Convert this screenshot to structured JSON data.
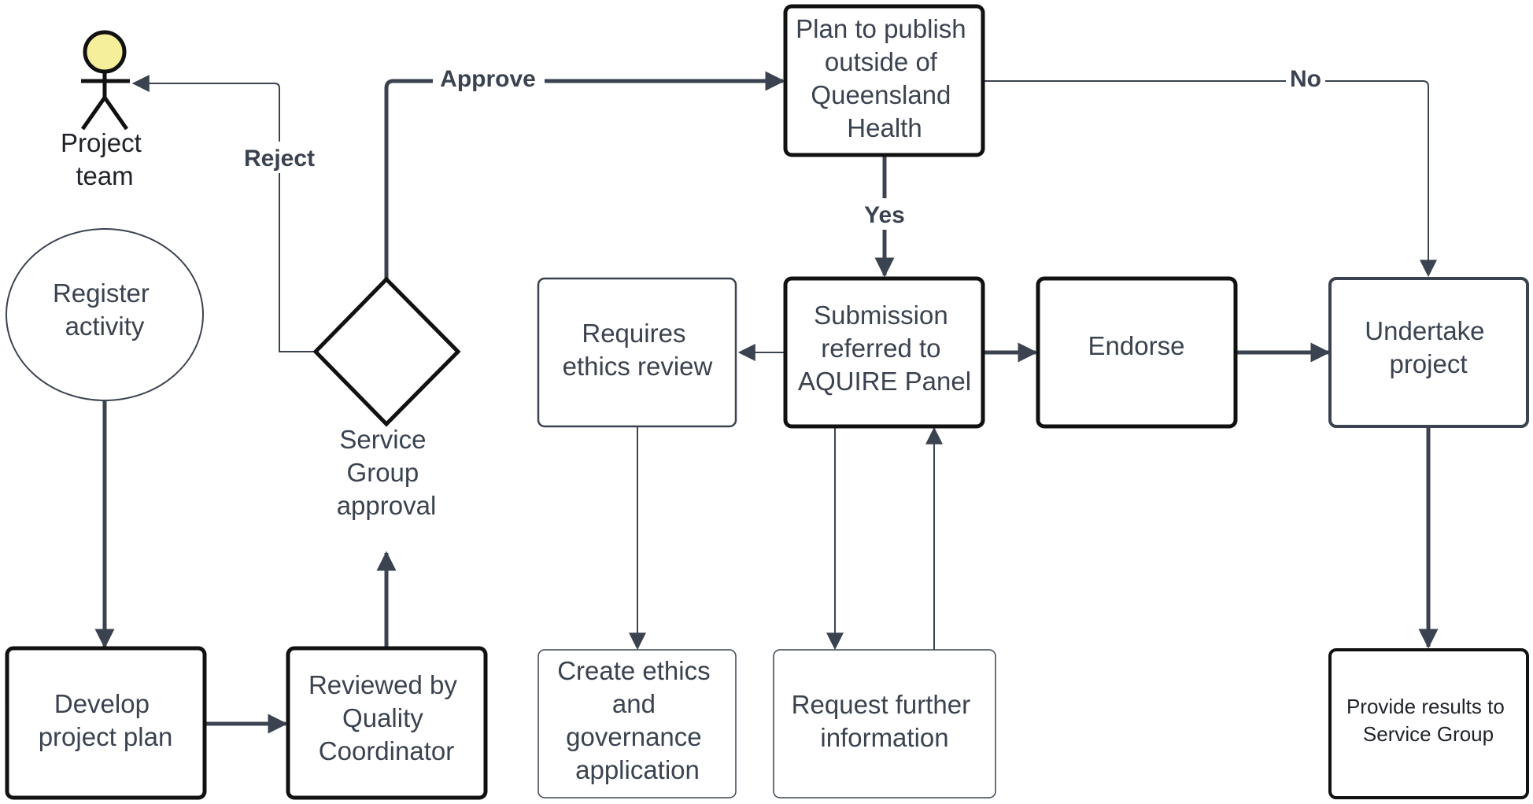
{
  "colors": {
    "line": "#3b4350",
    "node_fill": "#ffffff",
    "actor_head": "#f5ef9c",
    "actor_stroke": "#111111"
  },
  "actor": {
    "label": [
      "Project",
      "team"
    ]
  },
  "nodes": {
    "register": {
      "shape": "ellipse",
      "lines": [
        "Register",
        "activity"
      ]
    },
    "develop": {
      "shape": "rect",
      "lines": [
        "Develop",
        "project plan"
      ]
    },
    "reviewed": {
      "shape": "rect",
      "lines": [
        "Reviewed by",
        "Quality",
        "Coordinator"
      ]
    },
    "approval": {
      "shape": "diamond",
      "lines": [
        "Service",
        "Group",
        "approval"
      ]
    },
    "plan_publish": {
      "shape": "rect",
      "lines": [
        "Plan to publish",
        "outside of",
        "Queensland",
        "Health"
      ]
    },
    "requires_ethics": {
      "shape": "rect",
      "lines": [
        "Requires",
        "ethics review"
      ]
    },
    "submission": {
      "shape": "rect",
      "lines": [
        "Submission",
        "referred to",
        "AQUIRE Panel"
      ]
    },
    "endorse": {
      "shape": "rect",
      "lines": [
        "Endorse"
      ]
    },
    "undertake": {
      "shape": "rect",
      "lines": [
        "Undertake",
        "project"
      ]
    },
    "create_ethics": {
      "shape": "rect",
      "lines": [
        "Create ethics",
        "and",
        "governance",
        "application"
      ]
    },
    "request_info": {
      "shape": "rect",
      "lines": [
        "Request further",
        "information"
      ]
    },
    "provide_results": {
      "shape": "rect",
      "lines": [
        "Provide results to",
        "Service Group"
      ]
    }
  },
  "edges": {
    "reject_label": "Reject",
    "approve_label": "Approve",
    "yes_label": "Yes",
    "no_label": "No"
  }
}
